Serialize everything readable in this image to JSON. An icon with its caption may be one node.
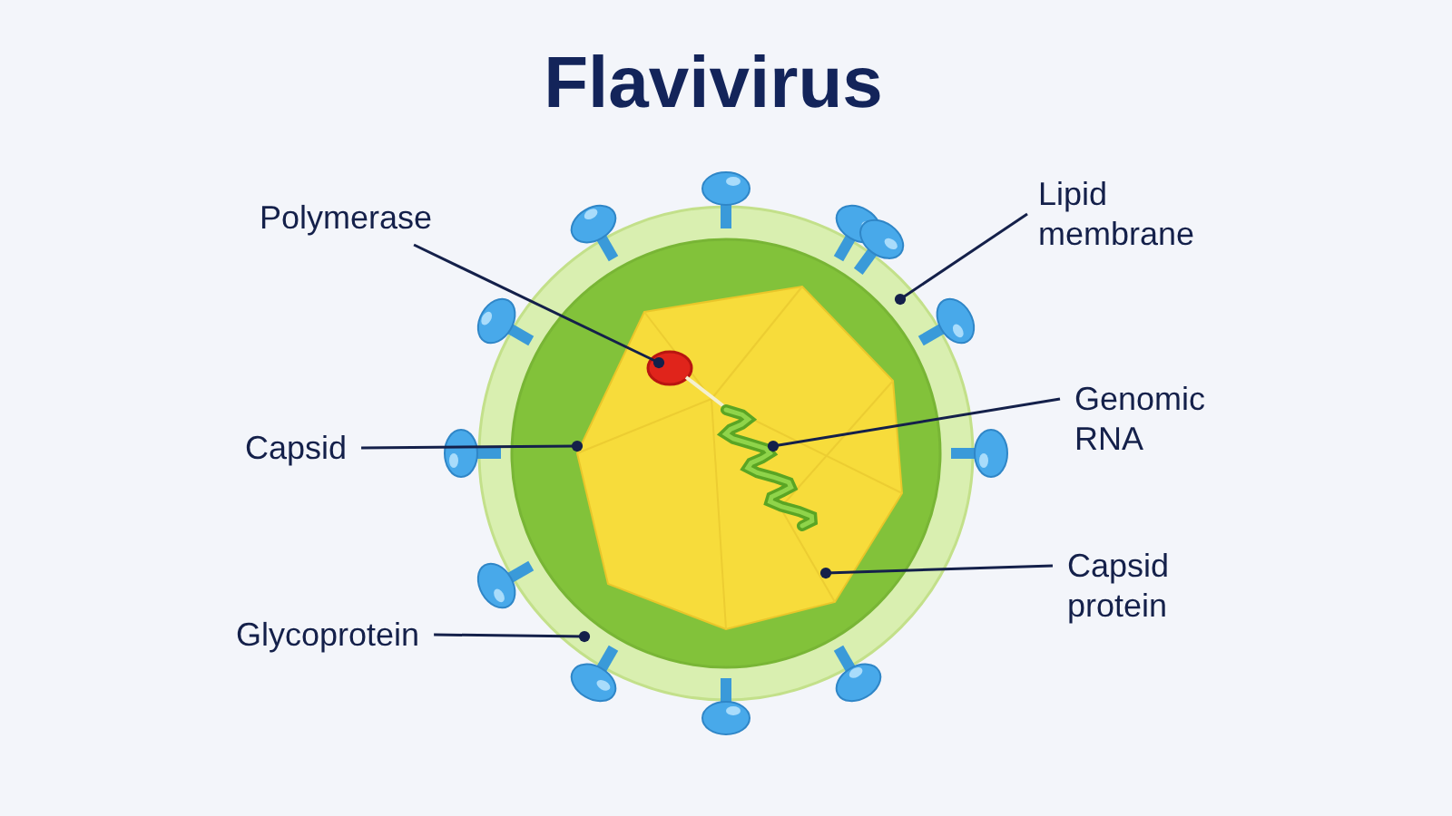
{
  "diagram": {
    "title": "Flavivirus",
    "nodes": [
      {
        "text": [
          "Polymerase"
        ]
      },
      {
        "text": [
          "Lipid membrane"
        ]
      },
      {
        "text": [
          "Capsid"
        ]
      },
      {
        "text": [
          "Genomic RNA"
        ]
      },
      {
        "text": [
          "Capsid protein"
        ]
      },
      {
        "text": [
          "Glycoprotein"
        ]
      },
      {
        "text": [],
        "shape": "circle"
      },
      {
        "text": [],
        "shape": "circle",
        "in": 6
      },
      {
        "text": [],
        "shape": "picture",
        "in": 7
      },
      {
        "text": [],
        "shape": "circle",
        "in": 8
      },
      {
        "text": [],
        "shape": "picture",
        "in": 8
      },
      {
        "text": [],
        "shape": "picture"
      }
    ],
    "edges": [
      {
        "from": 0,
        "to": 9,
        "arrow": "other"
      },
      {
        "from": 1,
        "to": 6,
        "arrow": "other"
      },
      {
        "from": 2,
        "to": 7,
        "arrow": "other"
      },
      {
        "from": 3,
        "to": 10,
        "arrow": "other"
      },
      {
        "from": 4,
        "to": 8,
        "arrow": "other"
      },
      {
        "from": 5,
        "to": 11,
        "arrow": "other"
      }
    ]
  }
}
